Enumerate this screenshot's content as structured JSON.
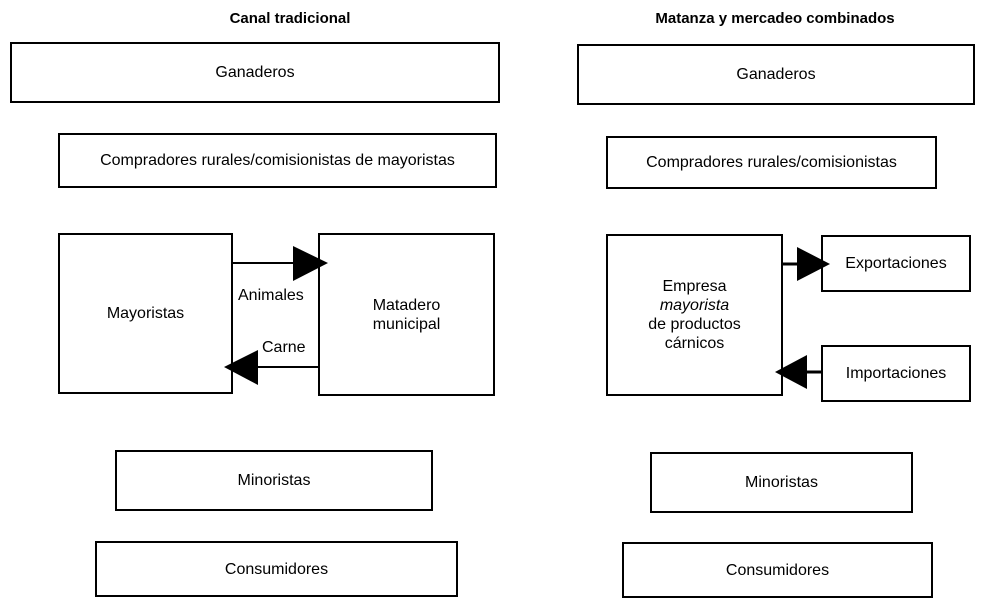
{
  "left": {
    "title": "Canal tradicional",
    "ganaderos": "Ganaderos",
    "compradores": "Compradores rurales/comisionistas de mayoristas",
    "mayoristas": "Mayoristas",
    "matadero": [
      "Matadero",
      "municipal"
    ],
    "arrow_animales": "Animales",
    "arrow_carne": "Carne",
    "minoristas": "Minoristas",
    "consumidores": "Consumidores"
  },
  "right": {
    "title": "Matanza y mercadeo combinados",
    "ganaderos": "Ganaderos",
    "compradores": "Compradores rurales/comisionistas",
    "empresa": [
      "Empresa",
      "mayorista",
      "de productos",
      "cárnicos"
    ],
    "exportaciones": "Exportaciones",
    "importaciones": "Importaciones",
    "minoristas": "Minoristas",
    "consumidores": "Consumidores"
  }
}
